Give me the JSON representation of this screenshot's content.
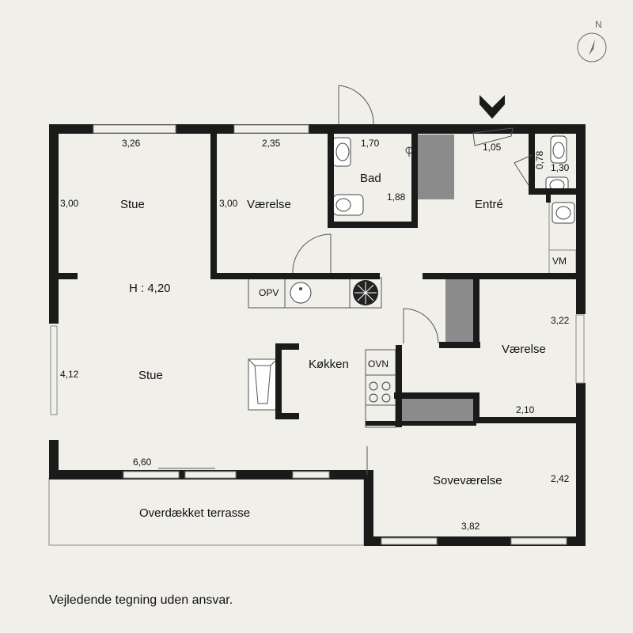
{
  "rooms": {
    "stue_upper": "Stue",
    "stue_lower": "Stue",
    "vaerelse_nw": "Værelse",
    "bad": "Bad",
    "entre": "Entré",
    "koekken": "Køkken",
    "vaerelse_e": "Værelse",
    "sovevaerelse": "Soveværelse",
    "terrasse": "Overdækket terrasse"
  },
  "dimensions": {
    "stue_width": "3,26",
    "stue_depth": "3,00",
    "vaerelse_width": "2,35",
    "vaerelse_depth": "3,00",
    "bad_width": "1,70",
    "bad_depth": "1,88",
    "entre_width": "1,05",
    "wc_depth": "0,78",
    "wc_width": "1,30",
    "vaerelse_e_depth": "3,22",
    "vaerelse_e_width": "2,10",
    "stue_lower_depth": "4,12",
    "stue_lower_width": "6,60",
    "sove_depth": "2,42",
    "sove_width": "3,82"
  },
  "ceiling_height": "H : 4,20",
  "fixtures": {
    "opv": "OPV",
    "ovn": "OVN",
    "vm": "VM"
  },
  "compass_letter": "N",
  "disclaimer": "Vejledende tegning uden ansvar."
}
